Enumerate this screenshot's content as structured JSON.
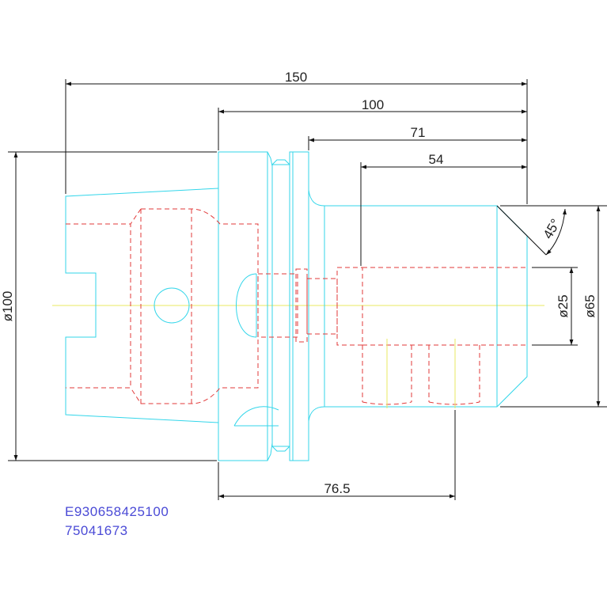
{
  "dimensions": {
    "overall_length": "150",
    "flange_to_end": "100",
    "body_length": "71",
    "nose_length": "54",
    "flange_diameter": "ø100",
    "bore_diameter": "ø25",
    "body_diameter": "ø65",
    "chamfer_angle": "45°",
    "clamp_position": "76.5"
  },
  "part_numbers": {
    "line1": "E930658425100",
    "line2": "75041673"
  },
  "colors": {
    "outline": "#33d6ea",
    "hidden_lines": "#e23a3a",
    "centerline": "#e8e860",
    "dimensions": "#111111",
    "part_text": "#4a4ad6"
  }
}
